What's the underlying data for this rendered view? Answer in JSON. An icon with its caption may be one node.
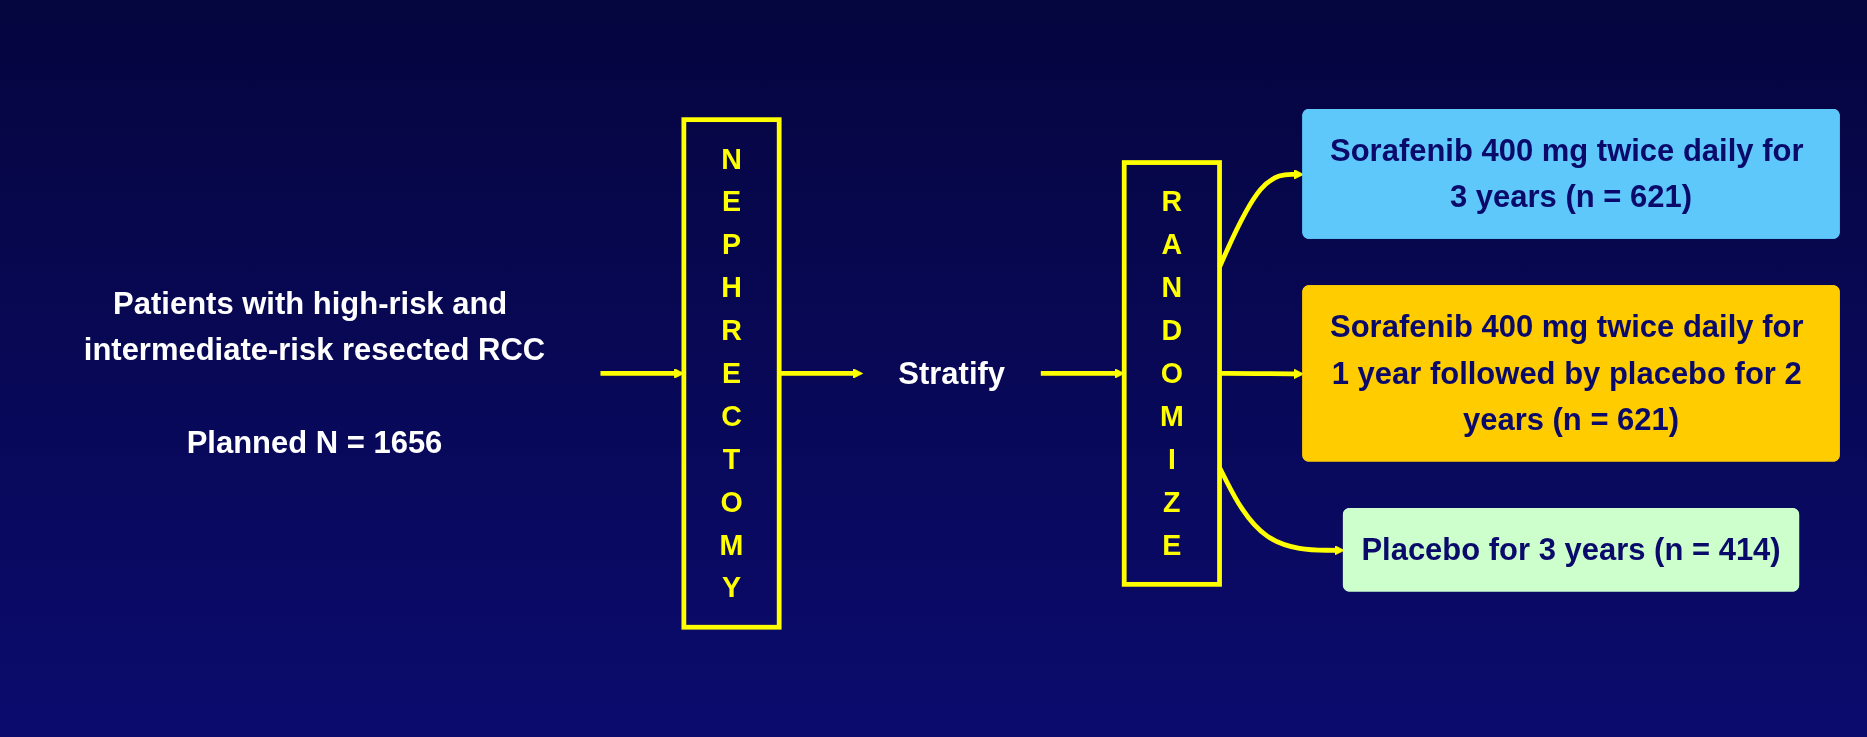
{
  "diagram": {
    "nodes": [
      {
        "text": [
          "Patients with high-risk and intermediate-risk resected RCC",
          "Planned N = 1656"
        ]
      },
      {
        "text": [
          "NEPHRECTOMY"
        ]
      },
      {
        "text": [
          "Stratify"
        ]
      },
      {
        "text": [
          "RANDOMIZE"
        ]
      },
      {
        "text": [
          "Sorafenib 400 mg twice daily for 3 years (n = 621)"
        ]
      },
      {
        "text": [
          "Sorafenib 400 mg twice daily for 1 year followed by placebo for 2 years (n = 621)"
        ]
      },
      {
        "text": [
          "Placebo for 3 years (n = 414)"
        ]
      }
    ],
    "edges": [
      {
        "from": 0,
        "to": 1,
        "arrow": "to"
      },
      {
        "from": 1,
        "to": 2,
        "arrow": "to"
      },
      {
        "from": 2,
        "to": 3,
        "arrow": "to"
      },
      {
        "from": 3,
        "to": 4,
        "arrow": "to"
      },
      {
        "from": 3,
        "to": 5,
        "arrow": "to"
      },
      {
        "from": 3,
        "to": 6,
        "arrow": "to"
      }
    ]
  }
}
